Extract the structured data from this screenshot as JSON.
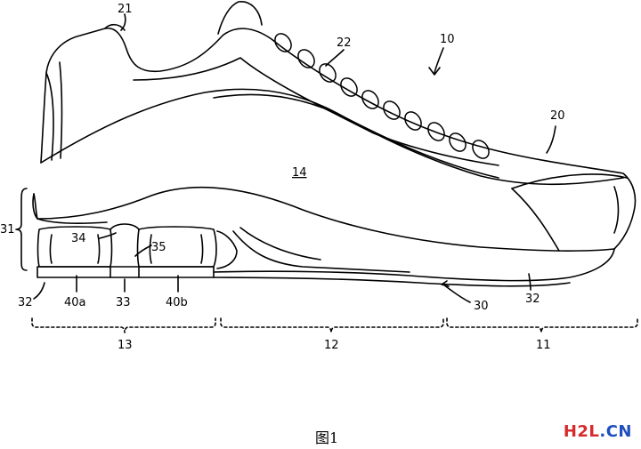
{
  "figure": {
    "caption": "图1",
    "watermark": {
      "text_a": "H2L",
      "text_b": ".CN"
    },
    "labels": {
      "shoe": "10",
      "toe_region": "11",
      "mid_region": "12",
      "heel_region": "13",
      "upper_side": "14",
      "upper": "20",
      "collar": "21",
      "laces": "22",
      "sole": "30",
      "heel_stack": "31",
      "outsole_heel": "32",
      "outsole_toe": "32",
      "bridge": "33",
      "column_a_top": "34",
      "column_b_top": "35",
      "column_a": "40a",
      "column_b": "40b"
    }
  },
  "colors": {
    "ink": "#000000",
    "background": "#ffffff",
    "watermark_red": "#d62b2b",
    "watermark_blue": "#1f4fbf"
  }
}
